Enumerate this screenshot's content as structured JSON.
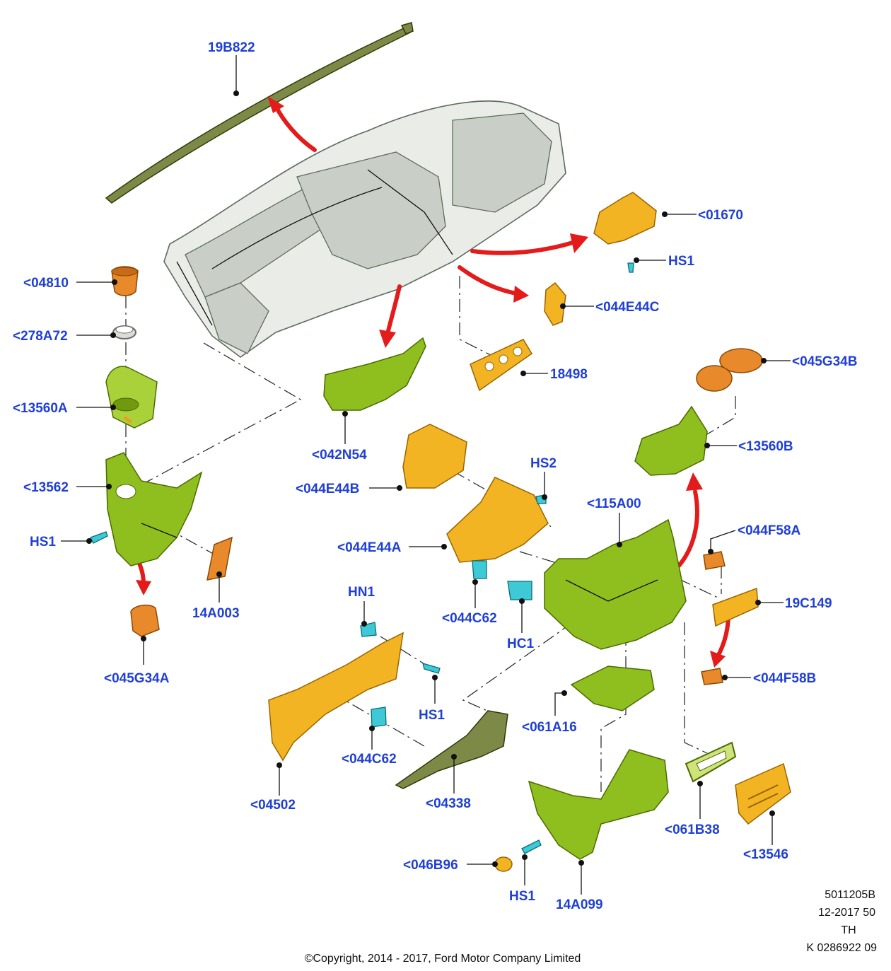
{
  "diagram": {
    "labels": {
      "l19B822": "19B822",
      "l01670": "<01670",
      "lHS1_top": "HS1",
      "l044E44C": "<044E44C",
      "l04810": "<04810",
      "l278A72": "<278A72",
      "l13560A": "<13560A",
      "l13562": "<13562",
      "lHS1_left": "HS1",
      "l14A003": "14A003",
      "l045G34A": "<045G34A",
      "l042N54": "<042N54",
      "l18498": "18498",
      "l045G34B": "<045G34B",
      "l13560B": "<13560B",
      "l044E44B": "<044E44B",
      "lHS2": "HS2",
      "l115A00": "<115A00",
      "l044E44A": "<044E44A",
      "l044F58A": "<044F58A",
      "l044C62_upper": "<044C62",
      "lHC1": "HC1",
      "l19C149": "19C149",
      "lHN1": "HN1",
      "l044F58B": "<044F58B",
      "lHS1_mid": "HS1",
      "l061A16": "<061A16",
      "l044C62_lower": "<044C62",
      "l04502": "<04502",
      "l04338": "<04338",
      "l061B38": "<061B38",
      "l13546": "<13546",
      "l046B96": "<046B96",
      "lHS1_bottom": "HS1",
      "l14A099": "14A099"
    },
    "footer": {
      "code": "5011205B",
      "date": "12-2017 50",
      "lang": "TH",
      "ref": "K 0286922 09",
      "copyright": "©Copyright, 2014 - 2017, Ford Motor Company Limited"
    },
    "colors": {
      "label": "#1f3fd6",
      "arrow": "#e31b1b",
      "green": "#8fbf1e",
      "yellow": "#f2b422",
      "orange": "#e88a2c",
      "cyan": "#3ec9d6",
      "grey": "#e9ece7"
    }
  }
}
